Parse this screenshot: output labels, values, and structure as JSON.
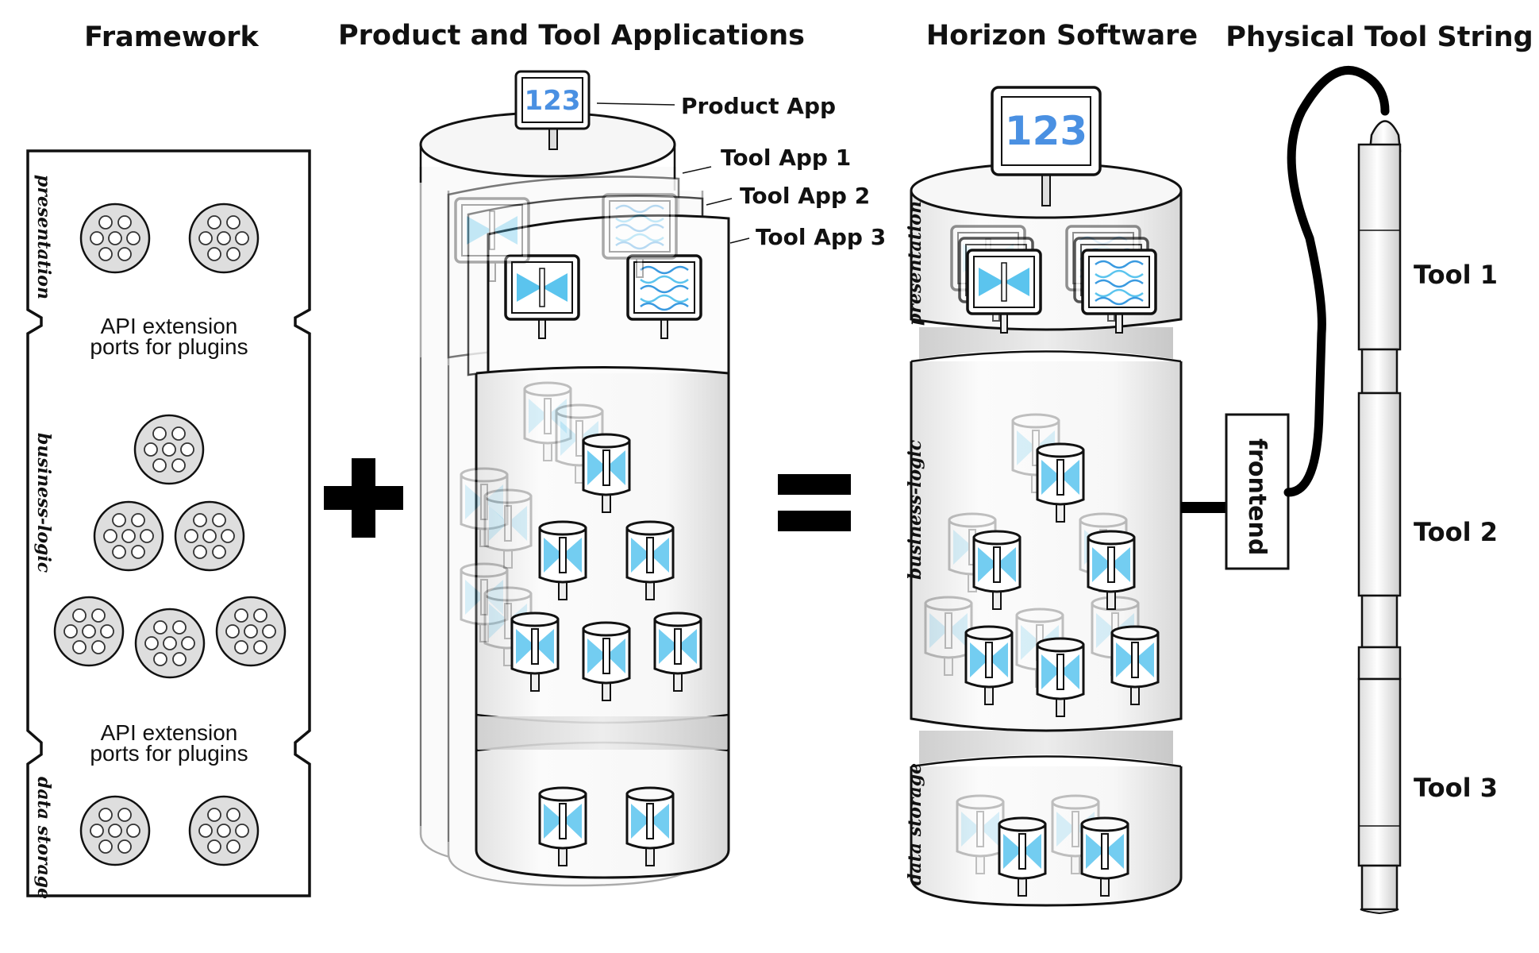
{
  "titles": {
    "framework": "Framework",
    "apps": "Product and Tool Applications",
    "horizon": "Horizon Software",
    "toolstring": "Physical Tool String"
  },
  "framework": {
    "layers": [
      "presentation",
      "business-logic",
      "data storage"
    ],
    "port_label_line1": "API extension",
    "port_label_line2": "ports for plugins"
  },
  "apps": {
    "product_app": "Product App",
    "tool_app_1": "Tool App 1",
    "tool_app_2": "Tool App 2",
    "tool_app_3": "Tool App 3",
    "logo_text": "123"
  },
  "horizon": {
    "layers": [
      "presentation",
      "business-logic",
      "data storage"
    ],
    "frontend": "frontend"
  },
  "toolstring": {
    "tools": [
      "Tool 1",
      "Tool 2",
      "Tool 3"
    ]
  },
  "colors": {
    "outline": "#111111",
    "plug_fill": "#dedede",
    "plugin_blue": "#5bc4ee",
    "cylinder_fill": "#f6f6f6",
    "logo_blue": "#4a90e2"
  }
}
